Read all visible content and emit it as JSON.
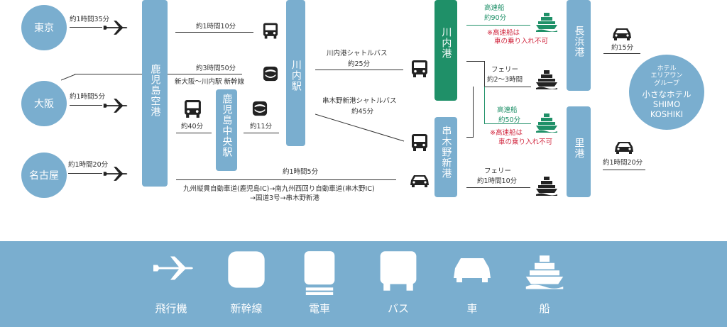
{
  "origins": [
    {
      "name": "東京",
      "time": "約1時間35分"
    },
    {
      "name": "大阪",
      "time": "約1時間5分"
    },
    {
      "name": "名古屋",
      "time": "約1時間20分"
    }
  ],
  "stations": {
    "kagoshima_airport": "鹿児島空港",
    "sendai_station": "川内駅",
    "kagoshima_chuo": "鹿児島中央駅",
    "sendai_port": "川内港",
    "kushikino_port": "串木野新港",
    "nagahama_port": "長浜港",
    "sato_port": "里港"
  },
  "routes": {
    "airport_bus_sendai": "約1時間10分",
    "shinkansen_time": "約3時間50分",
    "shinkansen_note": "新大阪〜川内駅 新幹線",
    "airport_bus_chuo": "約40分",
    "chuo_shinkansen": "約11分",
    "sendai_port_shuttle_name": "川内港シャトルバス",
    "sendai_port_shuttle_time": "約25分",
    "kushikino_shuttle_name": "串木野新港シャトルバス",
    "kushikino_shuttle_time": "約45分",
    "car_time": "約1時間5分",
    "car_route_1": "九州縦貫自動車道(鹿児島IC)→南九州西回り自動車道(串木野IC)",
    "car_route_2": "→国道3号→串木野新港",
    "hs_ship_1": "高速船",
    "hs_ship_1_time": "約90分",
    "hs_ship_1_note_1": "※高速船は",
    "hs_ship_1_note_2": "車の乗り入れ不可",
    "ferry_1": "フェリー",
    "ferry_1_time": "約2〜3時間",
    "hs_ship_2": "高速船",
    "hs_ship_2_time": "約50分",
    "hs_ship_2_note_1": "※高速船は",
    "hs_ship_2_note_2": "車の乗り入れ不可",
    "ferry_2": "フェリー",
    "ferry_2_time": "約1時間10分",
    "nagahama_car": "約15分",
    "sato_car": "約1時間20分"
  },
  "hotel": {
    "group_1": "ホテル",
    "group_2": "エリアワン",
    "group_3": "グループ",
    "name_1": "小さなホテル",
    "name_2": "SHIMO",
    "name_3": "KOSHIKI"
  },
  "legend": [
    {
      "label": "飛行機",
      "icon": "airplane-icon"
    },
    {
      "label": "新幹線",
      "icon": "shinkansen-icon"
    },
    {
      "label": "電車",
      "icon": "train-icon"
    },
    {
      "label": "バス",
      "icon": "bus-icon"
    },
    {
      "label": "車",
      "icon": "car-icon"
    },
    {
      "label": "船",
      "icon": "ship-icon"
    }
  ],
  "colors": {
    "accent_blue": "#7aaecf",
    "accent_green": "#1f9068",
    "warning_red": "#d0243c"
  }
}
